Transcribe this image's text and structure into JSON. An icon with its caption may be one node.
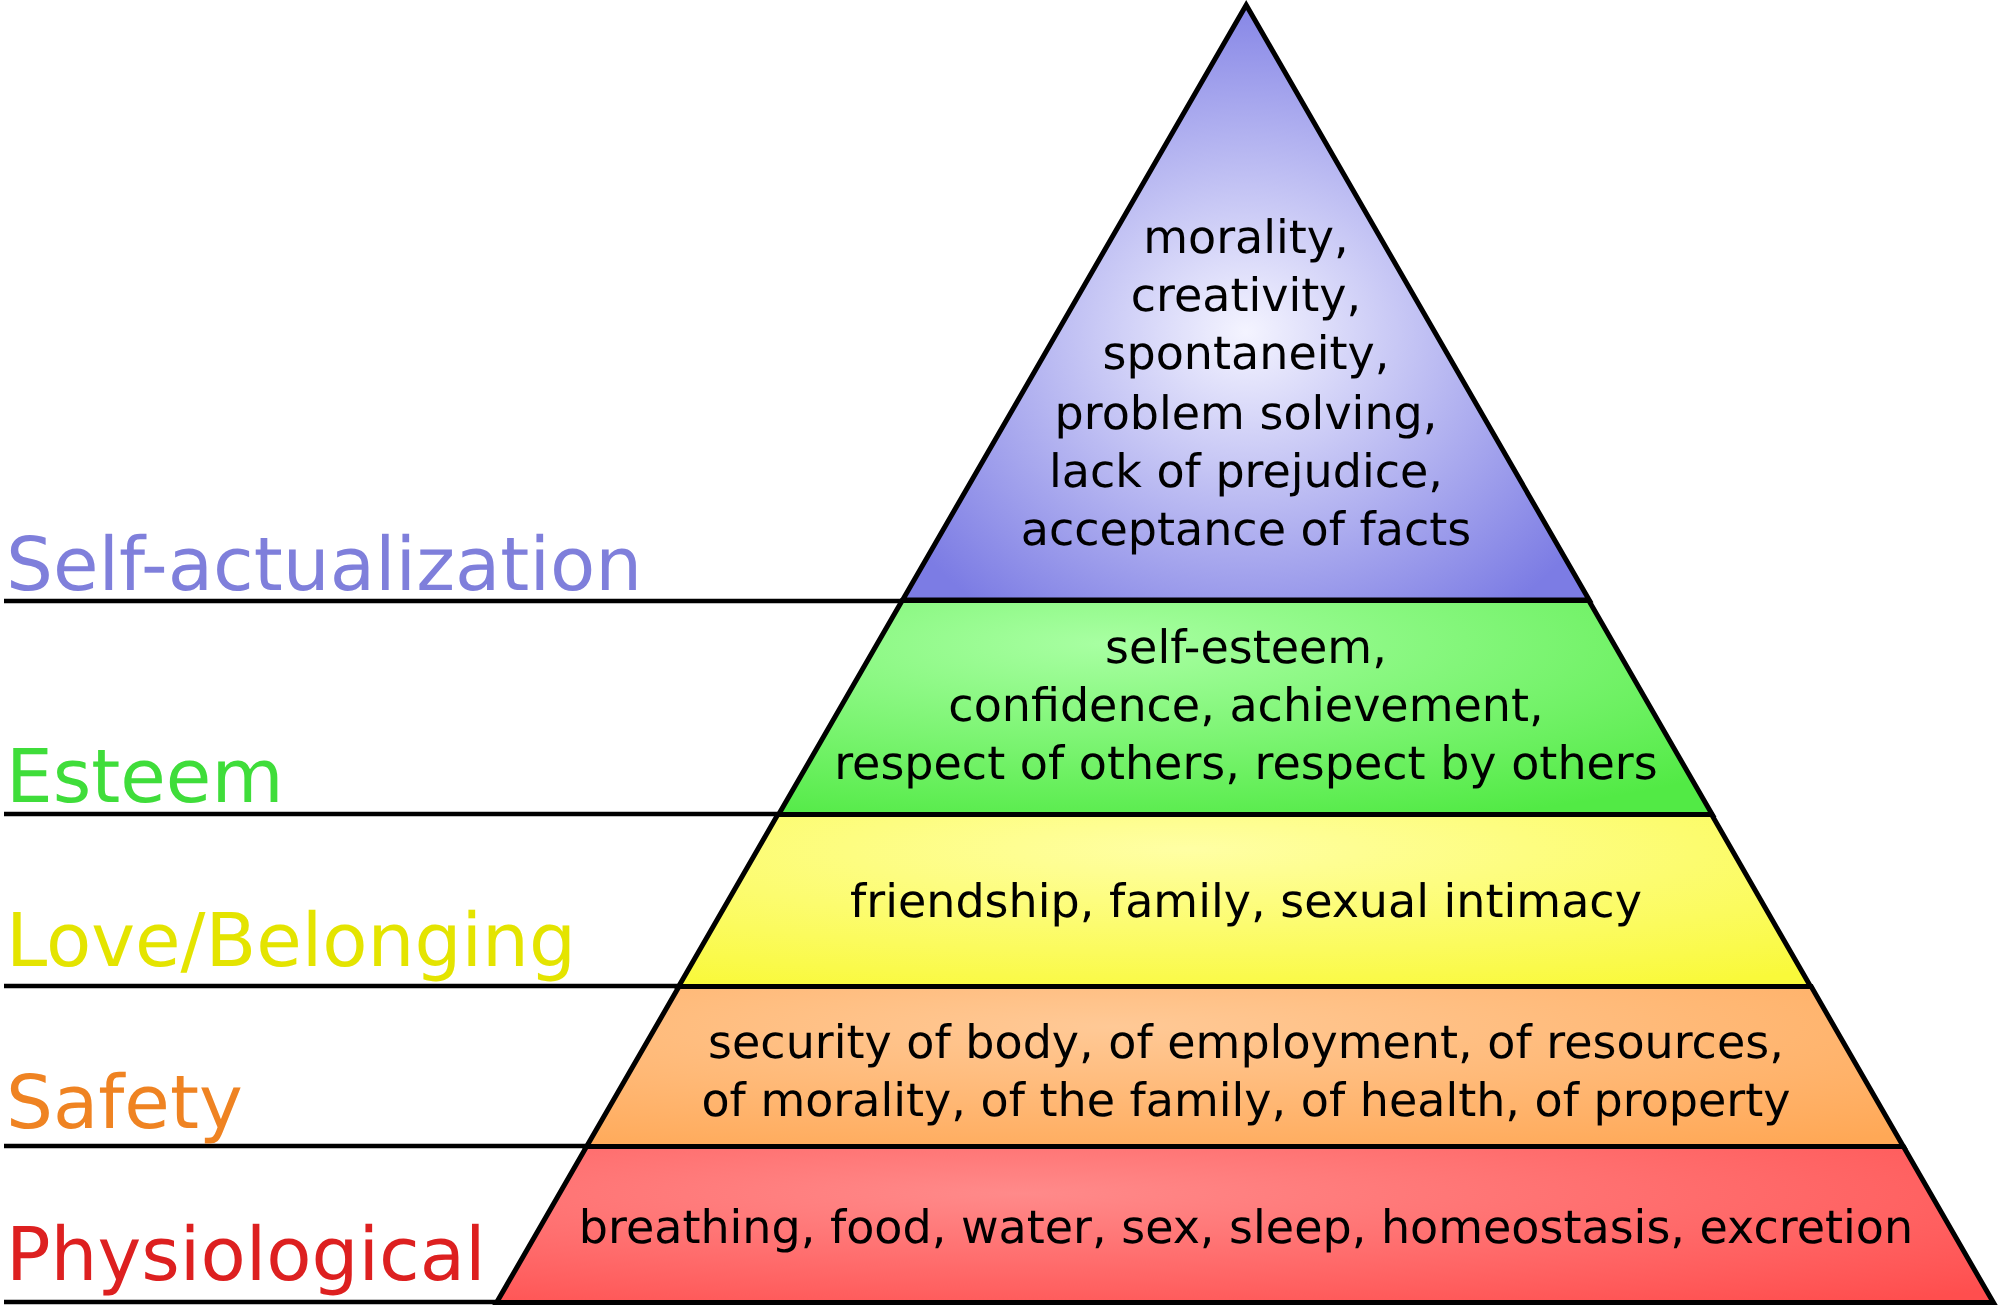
{
  "diagram": {
    "nodes": [
      {
        "text": [
          "Self-actualization",
          "morality, creativity, spontaneity, problem solving, lack of prejudice, acceptance of facts"
        ]
      },
      {
        "text": [
          "Esteem",
          "self-esteem, confidence, achievement, respect of others, respect by others"
        ]
      },
      {
        "text": [
          "Love/Belonging",
          "friendship, family, sexual intimacy"
        ]
      },
      {
        "text": [
          "Safety",
          "security of body, of employment, of resources, of morality, of the family, of health, of property"
        ]
      },
      {
        "text": [
          "Physiological",
          "breathing, food, water, sex, sleep, homeostasis, excretion"
        ]
      }
    ]
  }
}
